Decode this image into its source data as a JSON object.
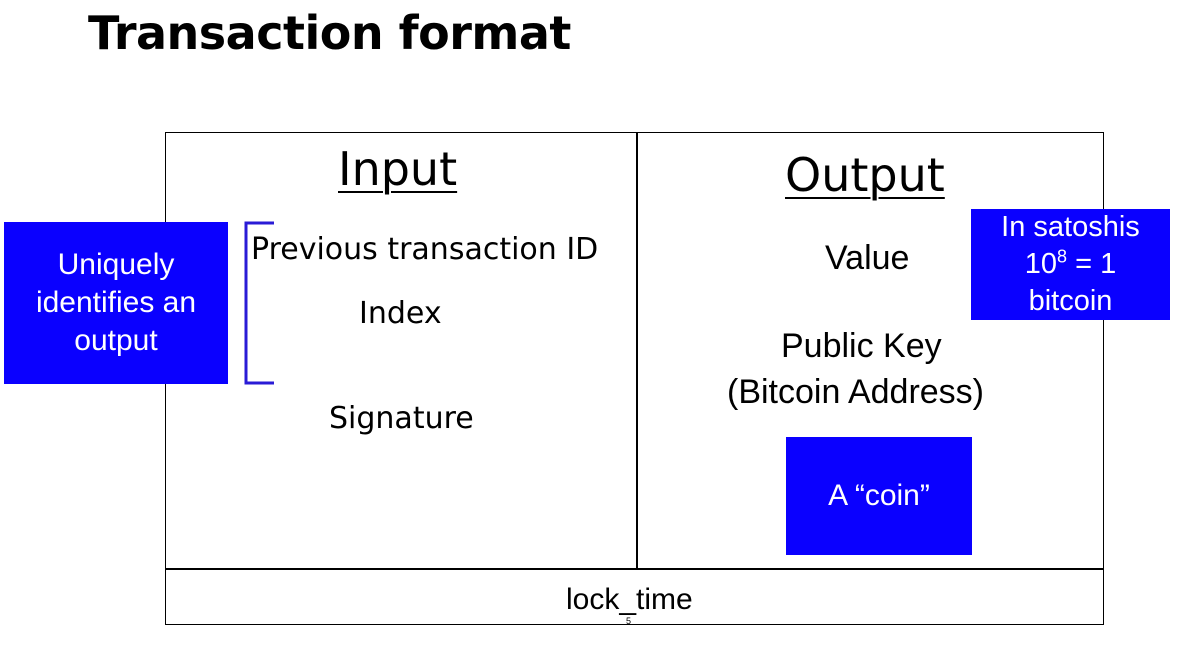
{
  "slide": {
    "title": "Transaction format",
    "page_number": "5"
  },
  "input": {
    "heading": "Input",
    "fields": [
      "Previous transaction ID",
      "Index",
      "Signature"
    ]
  },
  "output": {
    "heading": "Output",
    "fields": [
      "Value",
      "Public Key",
      "(Bitcoin Address)"
    ]
  },
  "footer": {
    "label": "lock_time"
  },
  "callouts": {
    "outpoint": [
      "Uniquely",
      "identifies an",
      "output"
    ],
    "satoshi": {
      "line1": "In satoshis",
      "line2_base": "10",
      "line2_exp": "8",
      "line2_rest": " = 1",
      "line3": "bitcoin"
    },
    "coin": "A “coin”"
  },
  "colors": {
    "callout_fill": "#0a00ff",
    "callout_text": "#ffffff",
    "bracket": "#2a1bd6"
  }
}
